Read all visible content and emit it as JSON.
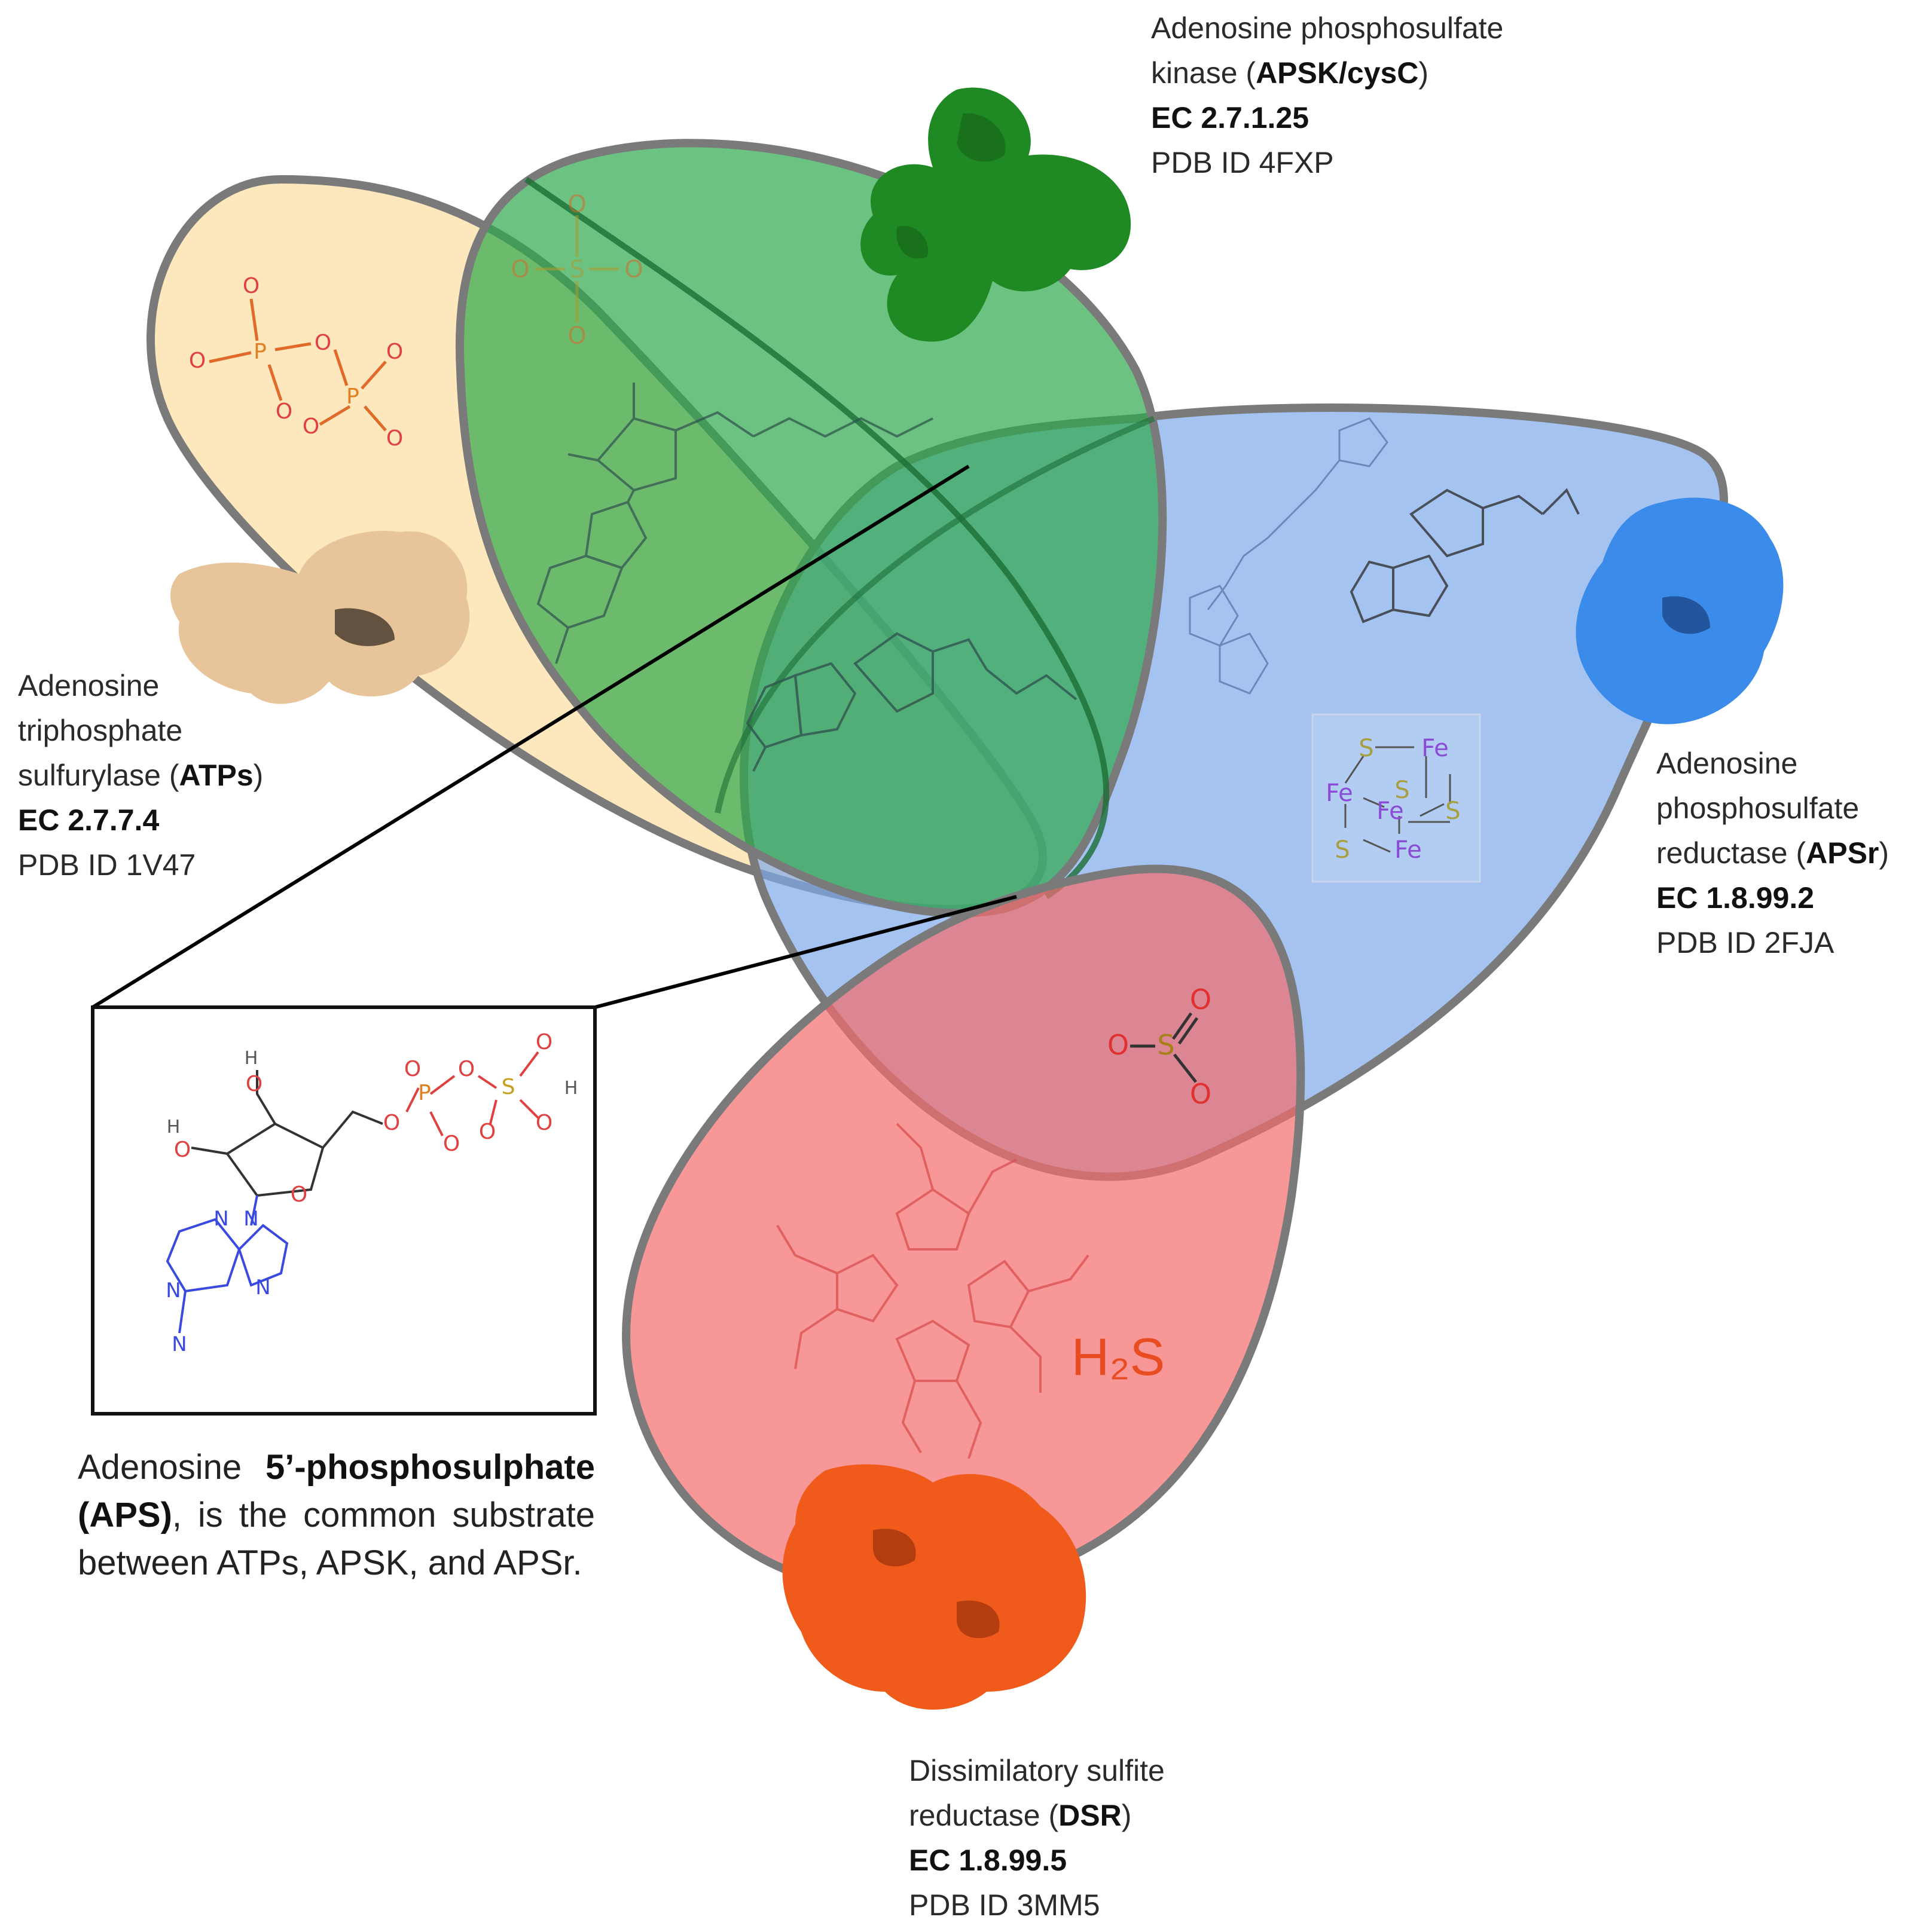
{
  "enzymes": {
    "apsk": {
      "line1": "Adenosine phosphosulfate",
      "line2_pre": "kinase (",
      "line2_bold": "APSK/cysC",
      "line2_post": ")",
      "ec": "EC 2.7.1.25",
      "pdb": "PDB ID 4FXP",
      "color": "#2e9e3a"
    },
    "atps": {
      "line1": "Adenosine",
      "line2": "triphosphate",
      "line3_pre": "sulfurylase (",
      "line3_bold": "ATPs",
      "line3_post": ")",
      "ec": "EC 2.7.7.4",
      "pdb": "PDB ID 1V47",
      "color": "#fde3b0"
    },
    "apsr": {
      "line1": "Adenosine",
      "line2": "phosphosulfate",
      "line3_pre": "reductase (",
      "line3_bold": "APSr",
      "line3_post": ")",
      "ec": "EC 1.8.99.2",
      "pdb": "PDB ID 2FJA",
      "color": "#7fa9ea"
    },
    "dsr": {
      "line1": "Dissimilatory sulfite",
      "line2_pre": "reductase (",
      "line2_bold": "DSR",
      "line2_post": ")",
      "ec": "EC 1.8.99.5",
      "pdb": "PDB ID 3MM5",
      "color": "#f36b6b"
    }
  },
  "caption": {
    "pre": "Adenosine ",
    "bold1": "5’-phosphosulphate",
    "bold2": "(APS)",
    "post": ", is the common substrate between ATPs, APSK, and APSr."
  },
  "molecule_labels": {
    "h2s": "H₂S",
    "fe": "Fe",
    "s": "S",
    "o": "O",
    "p": "P",
    "n": "N",
    "h": "H"
  }
}
